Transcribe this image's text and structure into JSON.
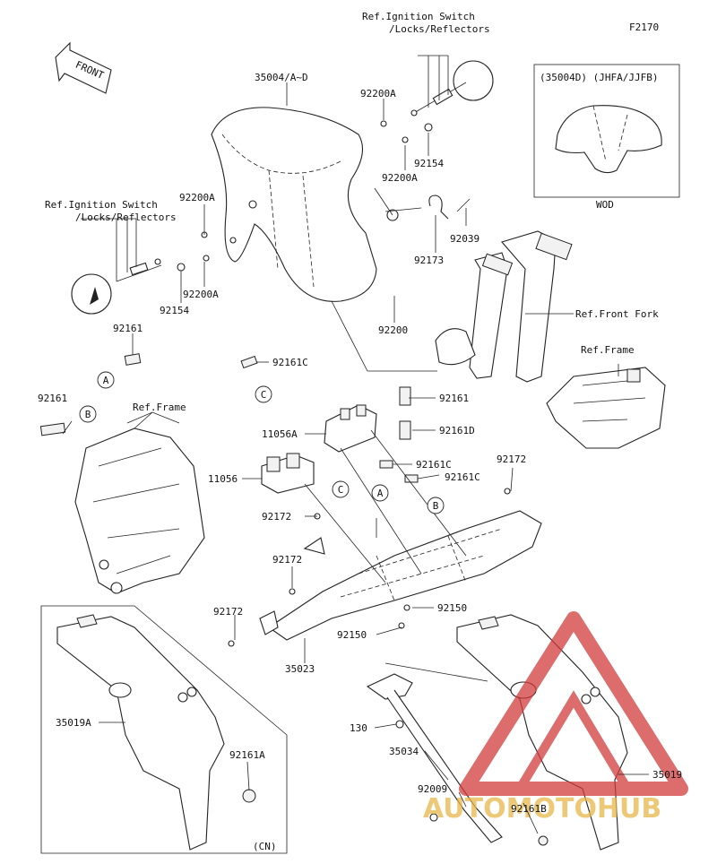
{
  "diagram": {
    "code": "F2170",
    "front_label": "FRONT",
    "inset_top_title": "(35004D) (JHFA/JJFB)",
    "inset_top_caption": "WOD",
    "inset_bottom_caption": "(CN)",
    "watermark": "AUTOMOTOHUB",
    "labels": [
      {
        "id": "ref-ign-top-1",
        "text": "Ref.Ignition Switch"
      },
      {
        "id": "ref-ign-top-2",
        "text": "/Locks/Reflectors"
      },
      {
        "id": "p35004",
        "text": "35004/A~D"
      },
      {
        "id": "p92200a-1",
        "text": "92200A"
      },
      {
        "id": "p92154-1",
        "text": "92154"
      },
      {
        "id": "p92200a-2",
        "text": "92200A"
      },
      {
        "id": "ref-ign-left-1",
        "text": "Ref.Ignition Switch"
      },
      {
        "id": "ref-ign-left-2",
        "text": "/Locks/Reflectors"
      },
      {
        "id": "p92200a-3",
        "text": "92200A"
      },
      {
        "id": "p92200a-4",
        "text": "92200A"
      },
      {
        "id": "p92154-2",
        "text": "92154"
      },
      {
        "id": "p92039",
        "text": "92039"
      },
      {
        "id": "p92173",
        "text": "92173"
      },
      {
        "id": "ref-front-fork",
        "text": "Ref.Front Fork"
      },
      {
        "id": "p92200",
        "text": "92200"
      },
      {
        "id": "p92161-1",
        "text": "92161"
      },
      {
        "id": "p92161c-1",
        "text": "92161C"
      },
      {
        "id": "ref-frame-right",
        "text": "Ref.Frame"
      },
      {
        "id": "p92161-2",
        "text": "92161"
      },
      {
        "id": "ref-frame-left",
        "text": "Ref.Frame"
      },
      {
        "id": "p92161-3",
        "text": "92161"
      },
      {
        "id": "p11056a",
        "text": "11056A"
      },
      {
        "id": "p92161d",
        "text": "92161D"
      },
      {
        "id": "p11056",
        "text": "11056"
      },
      {
        "id": "p92161c-2",
        "text": "92161C"
      },
      {
        "id": "p92161c-3",
        "text": "92161C"
      },
      {
        "id": "p92172-1",
        "text": "92172"
      },
      {
        "id": "p92172-2",
        "text": "92172"
      },
      {
        "id": "p92172-3",
        "text": "92172"
      },
      {
        "id": "p92150-1",
        "text": "92150"
      },
      {
        "id": "p92172-4",
        "text": "92172"
      },
      {
        "id": "p92150-2",
        "text": "92150"
      },
      {
        "id": "p35023",
        "text": "35023"
      },
      {
        "id": "p35019a",
        "text": "35019A"
      },
      {
        "id": "p92161a",
        "text": "92161A"
      },
      {
        "id": "p130",
        "text": "130"
      },
      {
        "id": "p35034",
        "text": "35034"
      },
      {
        "id": "p35019",
        "text": "35019"
      },
      {
        "id": "p92009",
        "text": "92009"
      },
      {
        "id": "p92161b",
        "text": "92161B"
      }
    ],
    "callouts": [
      {
        "id": "a-left",
        "text": "A"
      },
      {
        "id": "c-mid",
        "text": "C"
      },
      {
        "id": "b-left",
        "text": "B"
      },
      {
        "id": "c-low",
        "text": "C"
      },
      {
        "id": "a-low",
        "text": "A"
      },
      {
        "id": "b-low",
        "text": "B"
      }
    ]
  }
}
